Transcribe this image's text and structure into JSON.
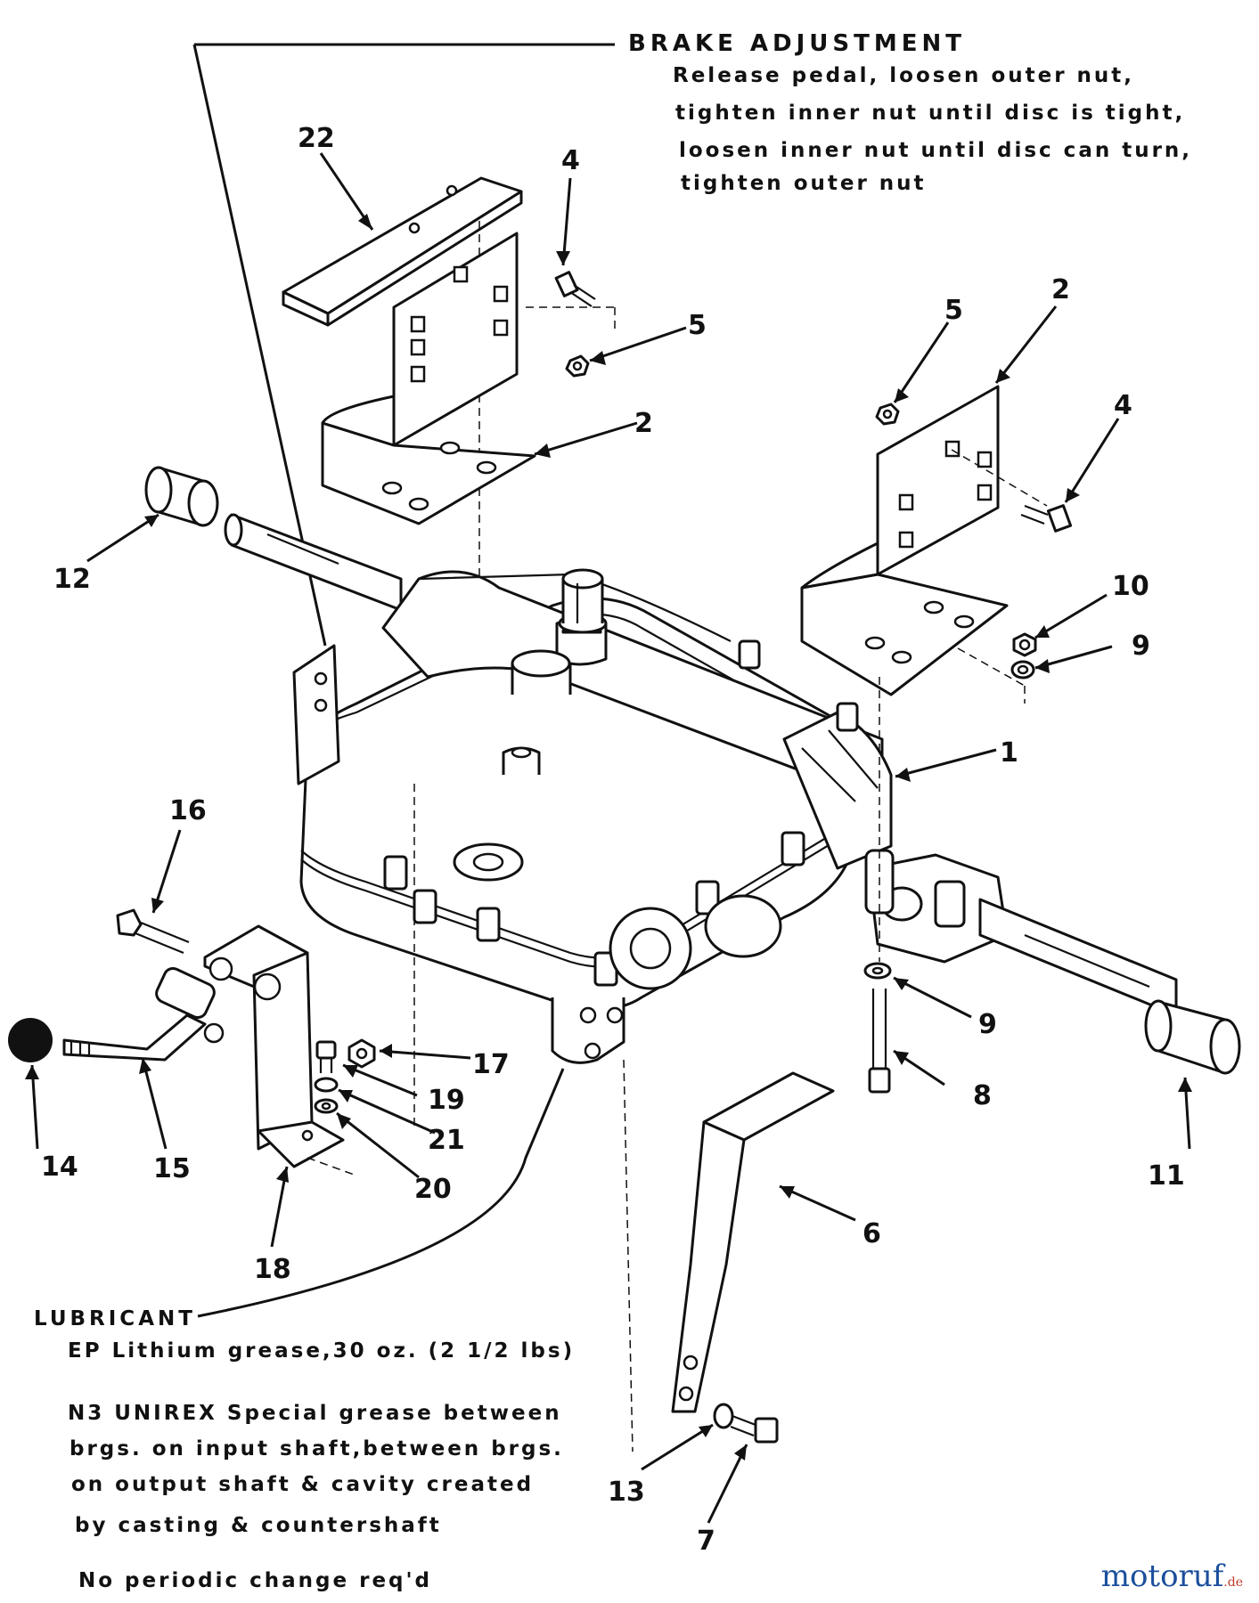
{
  "brake": {
    "title": "BRAKE ADJUSTMENT",
    "lines": [
      "Release pedal, loosen outer nut,",
      "tighten inner nut until disc is tight,",
      "loosen inner nut until disc can turn,",
      "tighten outer nut"
    ]
  },
  "lubricant": {
    "title": "LUBRICANT",
    "lines": [
      "EP Lithium grease,30 oz. (2 1/2 lbs)",
      "N3 UNIREX Special grease between",
      "brgs. on input shaft,between brgs.",
      "on output shaft & cavity created",
      "by casting & countershaft",
      "No periodic change req'd"
    ]
  },
  "callouts": [
    "22",
    "4",
    "5",
    "5",
    "2",
    "2",
    "4",
    "12",
    "10",
    "9",
    "1",
    "16",
    "9",
    "17",
    "8",
    "19",
    "21",
    "11",
    "14",
    "15",
    "20",
    "6",
    "18",
    "13",
    "7"
  ],
  "watermark": {
    "name": "motoruf",
    "suffix": ".de",
    "color": "#1b4f9c"
  }
}
